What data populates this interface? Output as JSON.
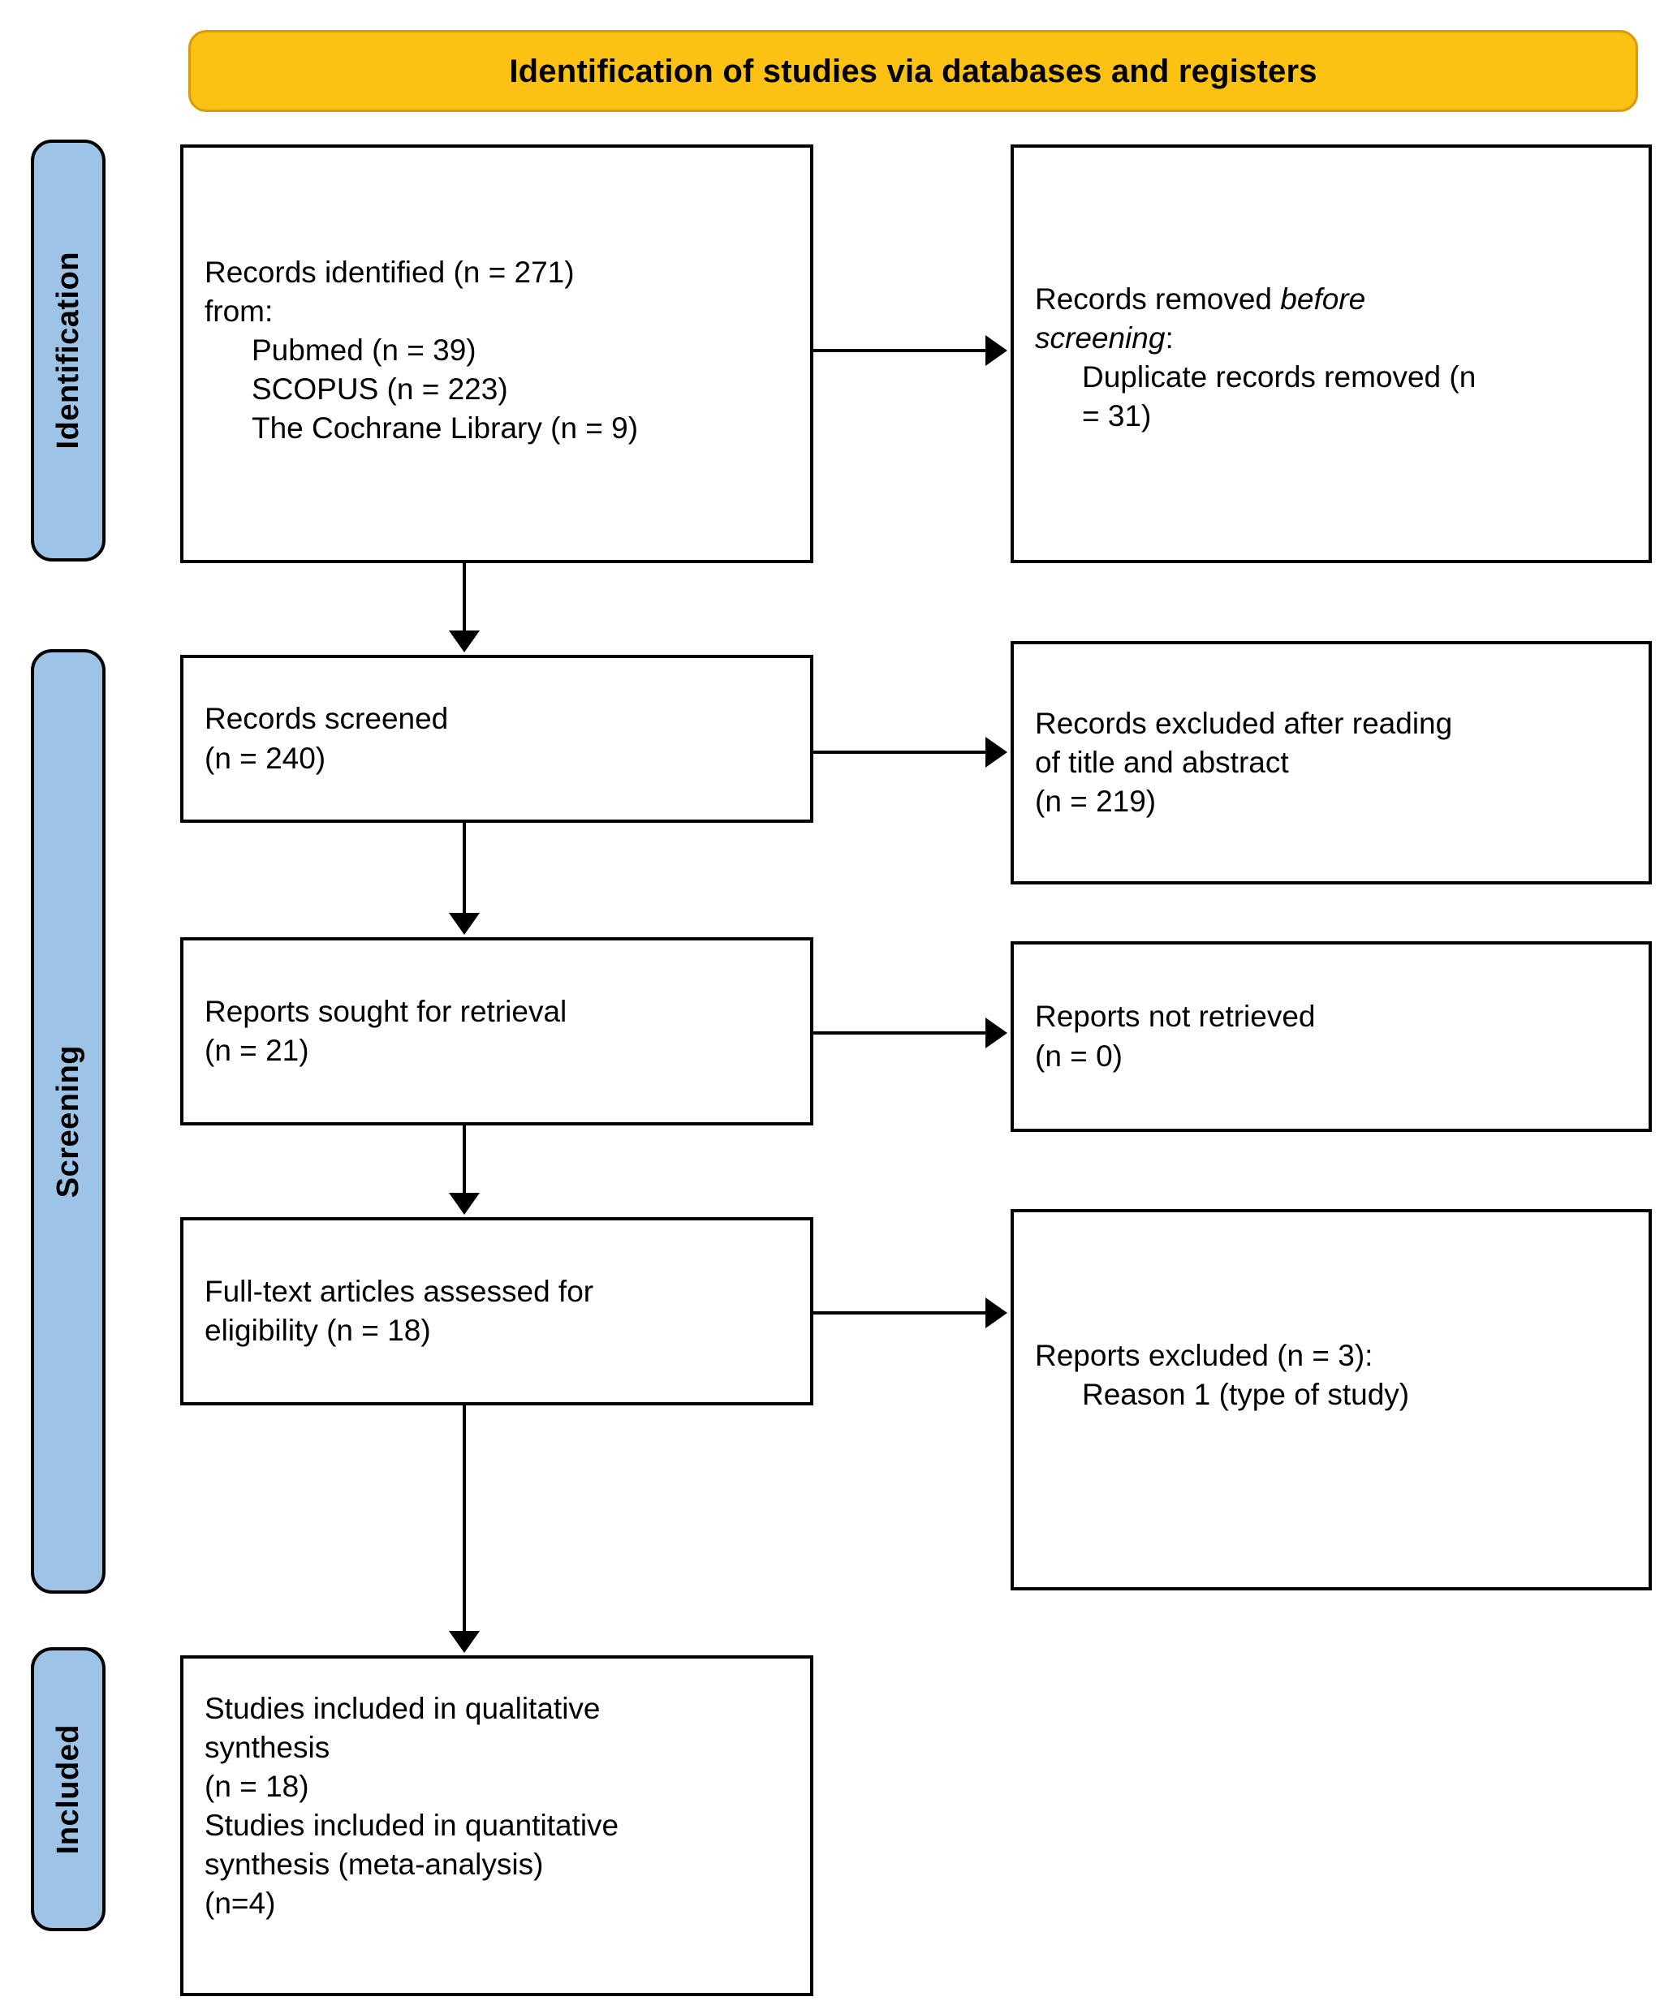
{
  "banner": {
    "title": "Identification of studies via databases and registers",
    "background_color": "#FBC113",
    "border_color": "#D79B05"
  },
  "stages": {
    "identification": "Identification",
    "screening": "Screening",
    "included": "Included",
    "background_color": "#9DC3E6",
    "border_color": "#000000"
  },
  "boxes": {
    "identified": {
      "line1": "Records identified (n = 271)",
      "line2": "from:",
      "line3": "Pubmed (n = 39)",
      "line4": "SCOPUS (n = 223)",
      "line5": "The Cochrane Library (n = 9)"
    },
    "removed": {
      "line1_pre": "Records removed ",
      "line1_em": "before",
      "line2_em": "screening",
      "line2_post": ":",
      "line3": "Duplicate records removed (n",
      "line4": "= 31)"
    },
    "screened": {
      "line1": "Records screened",
      "line2": "(n = 240)"
    },
    "excluded_title_abstract": {
      "line1": "Records excluded after reading",
      "line2": "of title and abstract",
      "line3": "(n = 219)"
    },
    "sought": {
      "line1": "Reports sought for retrieval",
      "line2": "(n = 21)"
    },
    "not_retrieved": {
      "line1": "Reports not retrieved",
      "line2": "(n = 0)"
    },
    "fulltext": {
      "line1": "Full-text articles assessed for",
      "line2": "eligibility (n = 18)"
    },
    "excluded_reports": {
      "line1": "Reports excluded (n = 3):",
      "line2": "Reason 1 (type of study)"
    },
    "included": {
      "line1": "Studies included in qualitative",
      "line2": "synthesis",
      "line3": "(n = 18)",
      "line4": "Studies included in quantitative",
      "line5": "synthesis (meta-analysis)",
      "line6": "(n=4)"
    }
  },
  "chart_data": {
    "type": "diagram",
    "title": "Identification of studies via databases and registers",
    "nodes": [
      {
        "id": "identified",
        "stage": "Identification",
        "column": "left",
        "n": 271
      },
      {
        "id": "pubmed",
        "stage": "Identification",
        "column": "left",
        "n": 39
      },
      {
        "id": "scopus",
        "stage": "Identification",
        "column": "left",
        "n": 223
      },
      {
        "id": "cochrane",
        "stage": "Identification",
        "column": "left",
        "n": 9
      },
      {
        "id": "duplicates_removed",
        "stage": "Identification",
        "column": "right",
        "n": 31
      },
      {
        "id": "screened",
        "stage": "Screening",
        "column": "left",
        "n": 240
      },
      {
        "id": "excluded_title_abstract",
        "stage": "Screening",
        "column": "right",
        "n": 219
      },
      {
        "id": "sought_for_retrieval",
        "stage": "Screening",
        "column": "left",
        "n": 21
      },
      {
        "id": "not_retrieved",
        "stage": "Screening",
        "column": "right",
        "n": 0
      },
      {
        "id": "fulltext_assessed",
        "stage": "Screening",
        "column": "left",
        "n": 18
      },
      {
        "id": "reports_excluded",
        "stage": "Screening",
        "column": "right",
        "n": 3
      },
      {
        "id": "included_qualitative",
        "stage": "Included",
        "column": "left",
        "n": 18
      },
      {
        "id": "included_quantitative",
        "stage": "Included",
        "column": "left",
        "n": 4
      }
    ],
    "edges": [
      {
        "from": "identified",
        "to": "duplicates_removed",
        "direction": "right"
      },
      {
        "from": "identified",
        "to": "screened",
        "direction": "down"
      },
      {
        "from": "screened",
        "to": "excluded_title_abstract",
        "direction": "right"
      },
      {
        "from": "screened",
        "to": "sought_for_retrieval",
        "direction": "down"
      },
      {
        "from": "sought_for_retrieval",
        "to": "not_retrieved",
        "direction": "right"
      },
      {
        "from": "sought_for_retrieval",
        "to": "fulltext_assessed",
        "direction": "down"
      },
      {
        "from": "fulltext_assessed",
        "to": "reports_excluded",
        "direction": "right"
      },
      {
        "from": "fulltext_assessed",
        "to": "included_qualitative",
        "direction": "down"
      }
    ]
  }
}
